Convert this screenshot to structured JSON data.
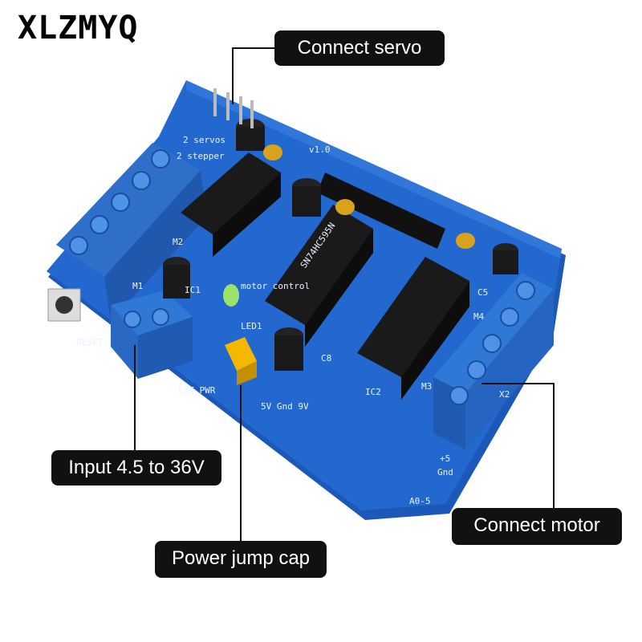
{
  "brand": "XLZMYQ",
  "callouts": {
    "servo": "Connect servo",
    "input": "Input 4.5 to 36V",
    "jump": "Power jump cap",
    "motor": "Connect motor"
  },
  "board_labels": {
    "version": "v1.0",
    "servos": "2 servos",
    "steppers": "2 stepper",
    "motor_control": "motor control",
    "reset": "RESET",
    "ext_pwr": "EXT_PWR",
    "m1": "M1",
    "m2": "M2",
    "m3": "M3",
    "m4": "M4",
    "x2": "X2",
    "ic1": "IC1",
    "ic2": "IC2",
    "c5": "C5",
    "c8": "C8",
    "led1": "LED1",
    "v5_gnd_9v": "5V Gnd 9V",
    "plus5": "+5",
    "gnd": "Gnd",
    "a05": "A0-5",
    "chip_mid": "SN74HC595N"
  },
  "colors": {
    "pcb": "#1f63c9",
    "terminal": "#2f78d6",
    "chip": "#1a1a1a",
    "jumper": "#f5b800",
    "callout_bg": "#111111"
  }
}
